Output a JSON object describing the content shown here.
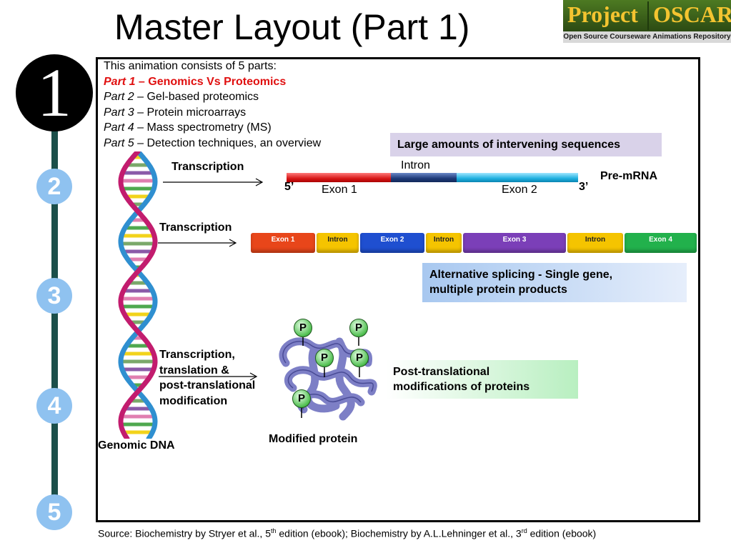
{
  "title": "Master Layout (Part 1)",
  "logo": {
    "word1": "Project",
    "word2": "OSCAR",
    "subtitle": "Open Source Courseware Animations Repository"
  },
  "steps": [
    "1",
    "2",
    "3",
    "4",
    "5"
  ],
  "parts": {
    "intro": "This animation consists of 5 parts:",
    "items": [
      {
        "name": "Part 1",
        "desc": " – Genomics Vs Proteomics"
      },
      {
        "name": "Part 2",
        "desc": " – Gel-based proteomics"
      },
      {
        "name": "Part 3",
        "desc": " – Protein microarrays"
      },
      {
        "name": "Part 4",
        "desc": " – Mass spectrometry (MS)"
      },
      {
        "name": "Part 5",
        "desc": " – Detection techniques, an overview"
      }
    ]
  },
  "labels": {
    "transcription1": "Transcription",
    "transcription2": "Transcription",
    "transcription3_l1": "Transcription,",
    "transcription3_l2": "translation &",
    "transcription3_l3": "post-translational",
    "transcription3_l4": "modification",
    "genomic_dna": "Genomic DNA",
    "modified_protein": "Modified protein",
    "intron": "Intron",
    "exon1": "Exon 1",
    "exon2": "Exon 2",
    "five_prime": "5’",
    "three_prime": "3’",
    "pre_mrna": "Pre-mRNA"
  },
  "callouts": {
    "intervening": "Large amounts of intervening sequences",
    "alt_splicing_l1": "Alternative splicing - Single gene,",
    "alt_splicing_l2": "multiple protein products",
    "ptm_l1": "Post-translational",
    "ptm_l2": "modifications of proteins"
  },
  "gene_segments": [
    {
      "label": "Exon 1",
      "kind": "exon",
      "color": "#e8461a"
    },
    {
      "label": "Intron",
      "kind": "intron",
      "color": "#f5c400"
    },
    {
      "label": "Exon 2",
      "kind": "exon",
      "color": "#1f4fd0"
    },
    {
      "label": "Intron",
      "kind": "intron",
      "color": "#f5c400"
    },
    {
      "label": "Exon 3",
      "kind": "exon",
      "color": "#7b3fb8"
    },
    {
      "label": "Intron",
      "kind": "intron",
      "color": "#f5c400"
    },
    {
      "label": "Exon 4",
      "kind": "exon",
      "color": "#22b14c"
    }
  ],
  "phospho_label": "P",
  "source": {
    "prefix": "Source: Biochemistry by Stryer et al., 5",
    "sup1": "th",
    "middle": " edition (ebook); Biochemistry by A.L.Lehninger et al., 3",
    "sup2": "rd",
    "suffix": " edition (ebook)"
  }
}
